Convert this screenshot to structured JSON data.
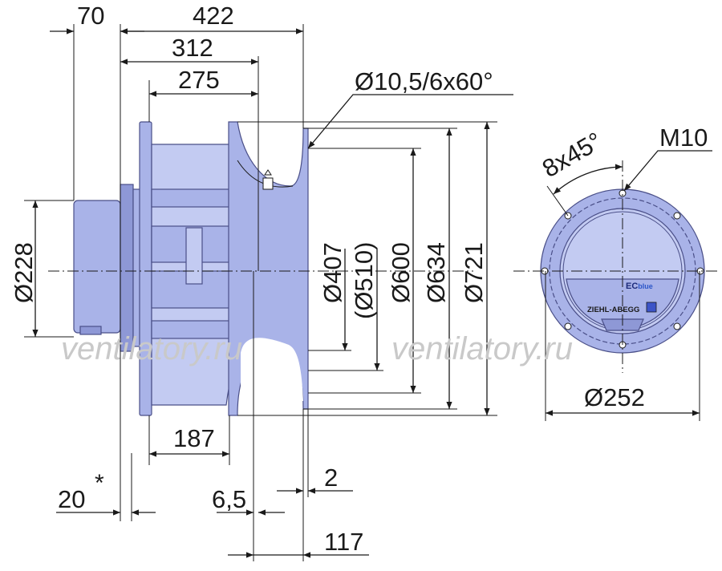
{
  "dimensions": {
    "top": [
      "70",
      "422",
      "312",
      "275"
    ],
    "left_diameter": "Ø228",
    "hole_spec": "Ø10,5/6x60°",
    "diameters": [
      "Ø407",
      "(Ø510)",
      "Ø600",
      "Ø634",
      "Ø721"
    ],
    "bottom": [
      "187",
      "20",
      "6,5",
      "2",
      "117"
    ],
    "asterisk": "*"
  },
  "end_view": {
    "angle": "8x45°",
    "thread": "M10",
    "diameter": "Ø252",
    "brand": "ZIEHL-ABEGG",
    "product_ec": "EC",
    "product_blue": "blue"
  },
  "watermark": [
    "ventilatory.ru",
    "ventilatory.ru"
  ],
  "colors": {
    "body": "#a9b3e8",
    "outline": "#4a4f88",
    "line": "#1a1a1a"
  }
}
